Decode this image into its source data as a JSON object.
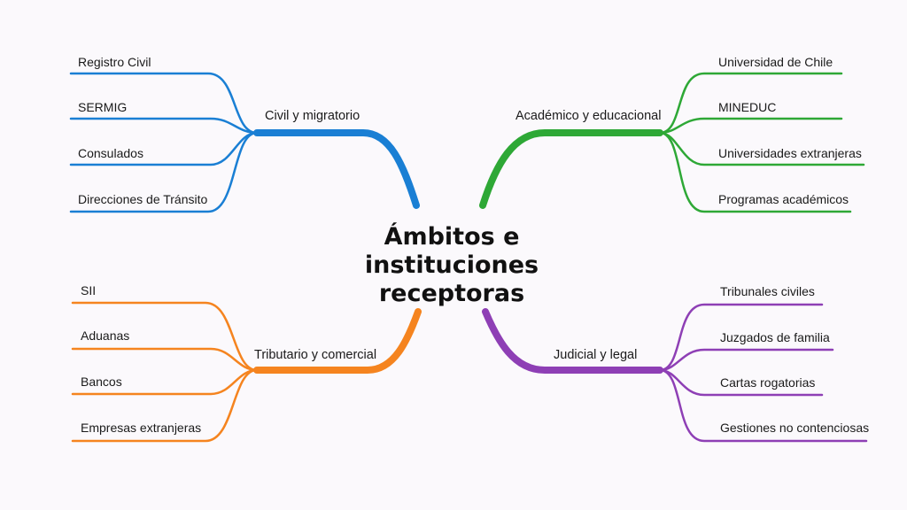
{
  "center": {
    "lines": [
      "Ámbitos e",
      "instituciones",
      "receptoras"
    ]
  },
  "branches": [
    {
      "label": "Civil y migratorio",
      "color": "#1a7fd4",
      "leaves": [
        "Registro Civil",
        "SERMIG",
        "Consulados",
        "Direcciones de Tránsito"
      ]
    },
    {
      "label": "Académico y educacional",
      "color": "#2ea836",
      "leaves": [
        "Universidad de Chile",
        "MINEDUC",
        "Universidades extranjeras",
        "Programas académicos"
      ]
    },
    {
      "label": "Tributario y comercial",
      "color": "#f5841f",
      "leaves": [
        "SII",
        "Aduanas",
        "Bancos",
        "Empresas extranjeras"
      ]
    },
    {
      "label": "Judicial y legal",
      "color": "#8e3fb5",
      "leaves": [
        "Tribunales civiles",
        "Juzgados de familia",
        "Cartas rogatorias",
        "Gestiones no contenciosas"
      ]
    }
  ]
}
